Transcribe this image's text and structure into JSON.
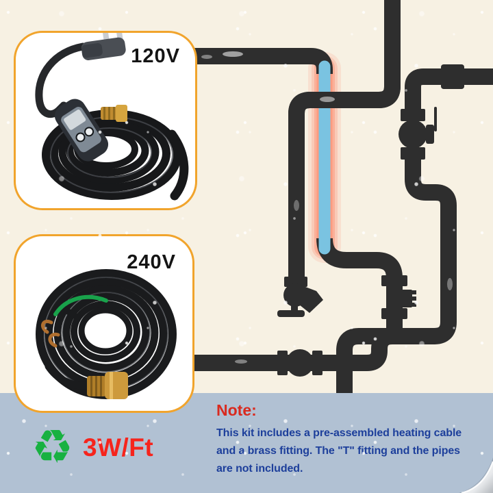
{
  "products": [
    {
      "voltage": "120V",
      "description": "pre-assembled heating cable with GFCI plug and brass fitting"
    },
    {
      "voltage": "240V",
      "description": "heating cable coil with bare wires and brass fitting"
    }
  ],
  "note": {
    "title": "Note:",
    "lines": [
      "This kit includes a pre-assembled heating cable",
      "and a brass fitting. The \"T\" fitting and the pipes",
      "are not included."
    ]
  },
  "spec": {
    "power_per_foot": "3W/Ft",
    "recycle_glyph": "♻"
  },
  "icons": {
    "recycle": "recycle-icon",
    "globe_valve": "globe-valve-icon",
    "ball_valve": "ball-valve-icon",
    "sillcock": "sillcock-faucet-icon",
    "union": "union-fitting-icon"
  },
  "colors": {
    "background": "#f7f1e3",
    "pipe": "#2e2e2e",
    "heated_pipe_blue": "#7ac3e1",
    "heat_glow": "#ff6a47",
    "panel_blue": "#b1c1d3",
    "card_border_orange": "#f1a42c",
    "note_title_red": "#d92a1f",
    "note_text_blue": "#1d3f9b",
    "power_text_red": "#f6241c",
    "recycle_green": "#18b141",
    "brass": "#cd9a3c"
  }
}
